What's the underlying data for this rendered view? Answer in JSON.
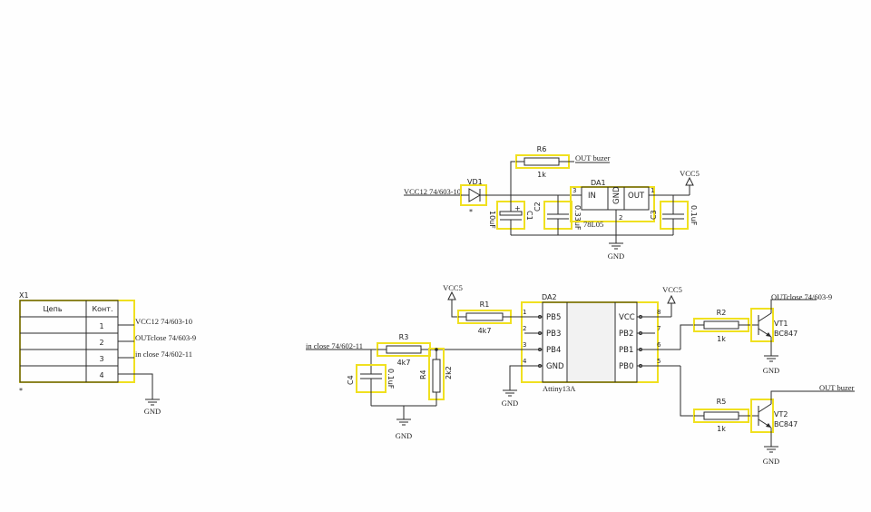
{
  "connector": {
    "ref": "X1",
    "header": [
      "Цепь",
      "Конт."
    ],
    "pins": [
      "1",
      "2",
      "3",
      "4"
    ],
    "nets": [
      "VCC12 74/603-10",
      "OUTclose 74/603-9",
      "in close 74/602-11"
    ],
    "star": "*",
    "gnd": "GND"
  },
  "regulator": {
    "vd1": {
      "ref": "VD1",
      "star": "*"
    },
    "vcc12": "VCC12 74/603-10",
    "r6": {
      "ref": "R6",
      "value": "1k"
    },
    "out_buzer": "OUT buzer",
    "da1": {
      "ref": "DA1",
      "in": "IN",
      "gnd": "GND",
      "out": "OUT",
      "part": "78L05",
      "pin_in": "3",
      "pin_out": "1",
      "pin_gnd": "2"
    },
    "c1": {
      "ref": "C1",
      "value": "10uF",
      "plus": "+"
    },
    "c2": {
      "ref": "C2",
      "value": "0.33uF"
    },
    "c3": {
      "ref": "C3",
      "value": "0.1uF"
    },
    "vcc5": "VCC5",
    "gnd": "GND"
  },
  "mcu": {
    "ref": "DA2",
    "part": "Attiny13A",
    "left_pins": [
      {
        "num": "1",
        "name": "PB5"
      },
      {
        "num": "2",
        "name": "PB3"
      },
      {
        "num": "3",
        "name": "PB4"
      },
      {
        "num": "4",
        "name": "GND"
      }
    ],
    "right_pins": [
      {
        "num": "8",
        "name": "VCC"
      },
      {
        "num": "7",
        "name": "PB2"
      },
      {
        "num": "6",
        "name": "PB1"
      },
      {
        "num": "5",
        "name": "PB0"
      }
    ],
    "vcc5_left": "VCC5",
    "vcc5_right": "VCC5",
    "gnd": "GND"
  },
  "input": {
    "in_close": "in close 74/602-11",
    "r1": {
      "ref": "R1",
      "value": "4k7"
    },
    "r3": {
      "ref": "R3",
      "value": "4k7"
    },
    "r4": {
      "ref": "R4",
      "value": "2k2"
    },
    "c4": {
      "ref": "C4",
      "value": "0.1uF"
    },
    "gnd": "GND"
  },
  "outputs": {
    "r2": {
      "ref": "R2",
      "value": "1k"
    },
    "r5": {
      "ref": "R5",
      "value": "1k"
    },
    "vt1": {
      "ref": "VT1",
      "part": "BC847",
      "net": "OUTclose 74/603-9"
    },
    "vt2": {
      "ref": "VT2",
      "part": "BC847",
      "net": "OUT buzer"
    },
    "gnd1": "GND",
    "gnd2": "GND"
  }
}
